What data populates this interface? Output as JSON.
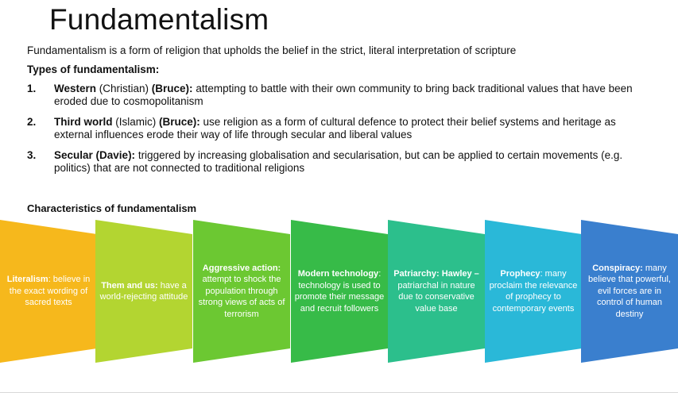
{
  "slide": {
    "title": "Fundamentalism",
    "intro": "Fundamentalism is a form of religion that upholds the belief in the strict, literal interpretation of scripture",
    "types_heading": "Types of fundamentalism:",
    "types": [
      {
        "number": "1.",
        "name": "Western",
        "qualifier": " (Christian) ",
        "thinker": "(Bruce):",
        "text": " attempting to battle with their own community to bring back traditional values that have been eroded due to cosmopolitanism"
      },
      {
        "number": "2.",
        "name": "Third world",
        "qualifier": " (Islamic) ",
        "thinker": "(Bruce):",
        "text": " use religion as a form of cultural defence to protect their belief systems and heritage as external influences erode their way of life through secular and liberal values"
      },
      {
        "number": "3.",
        "name": "Secular",
        "qualifier": " ",
        "thinker": "(Davie):",
        "text": " triggered by increasing globalisation and secularisation, but can be applied to certain movements (e.g. politics) that are not connected to traditional religions"
      }
    ],
    "characteristics_heading": "Characteristics of fundamentalism",
    "characteristics": [
      {
        "heading": "Literalism",
        "text": ": believe in the exact wording of sacred texts",
        "color": "#f6b81c"
      },
      {
        "heading": "Them and us:",
        "text": " have a world-rejecting attitude",
        "color": "#b3d531"
      },
      {
        "heading": "Aggressive action:",
        "text": " attempt to shock the population through strong views of acts of terrorism",
        "color": "#6cc832"
      },
      {
        "heading": "Modern technology",
        "text": ": technology is used to promote their message and recruit followers",
        "color": "#37bb48"
      },
      {
        "heading": "Patriarchy: Hawley –",
        "text": " patriarchal in nature due to conservative value base",
        "color": "#2cbf8c"
      },
      {
        "heading": "Prophecy",
        "text": ": many proclaim the relevance of prophecy to contemporary events",
        "color": "#2ab8d8"
      },
      {
        "heading": "Conspiracy:",
        "text": " many believe that powerful, evil forces are in control of human destiny",
        "color": "#3a7fce"
      }
    ]
  }
}
